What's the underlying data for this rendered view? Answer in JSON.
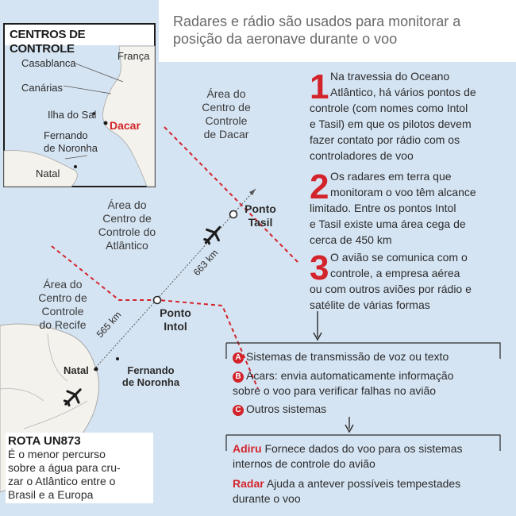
{
  "title": "Radares e rádio são usados para monitorar a posição da aeronave durante o voo",
  "inset": {
    "title": "CENTROS DE CONTROLE",
    "labels": [
      "França",
      "Casablanca",
      "Canárias",
      "Ilha do Sal",
      "Dacar",
      "Fernando",
      "de Noronha",
      "Natal"
    ]
  },
  "areas": {
    "dacar": [
      "Área do",
      "Centro de",
      "Controle",
      "de Dacar"
    ],
    "atlantico": [
      "Área do",
      "Centro de",
      "Controle do",
      "Atlântico"
    ],
    "recife": [
      "Área do",
      "Centro de",
      "Controle",
      "do Recife"
    ]
  },
  "points": {
    "tasil": [
      "Ponto",
      "Tasil"
    ],
    "intol": [
      "Ponto",
      "Intol"
    ],
    "natal": "Natal",
    "fernando": [
      "Fernando",
      "de Noronha"
    ]
  },
  "distances": {
    "d1": "565 km",
    "d2": "663 km"
  },
  "steps": [
    {
      "num": "1",
      "lines": [
        "Na travessia do Oceano",
        "Atlântico, há vários pontos de",
        "controle (com nomes como Intol",
        "e Tasil) em que os pilotos devem",
        "fazer contato por rádio com os",
        "controladores de voo"
      ]
    },
    {
      "num": "2",
      "lines": [
        "Os radares em terra que",
        "monitoram o voo têm alcance",
        "limitado. Entre os pontos Intol",
        "e Tasil existe uma área cega de",
        "cerca de 450 km"
      ]
    },
    {
      "num": "3",
      "lines": [
        "O avião se comunica com o",
        "controle, a empresa aérea",
        "ou com outros aviões por rádio e",
        "satélite de várias formas"
      ]
    }
  ],
  "systems": [
    {
      "badge": "A",
      "lines": [
        "Sistemas de transmissão de voz ou texto"
      ]
    },
    {
      "badge": "B",
      "lines": [
        "Acars: envia automaticamente informação",
        "sobre o voo para verificar falhas no avião"
      ]
    },
    {
      "badge": "C",
      "lines": [
        "Outros sistemas"
      ]
    }
  ],
  "acars": [
    {
      "name": "Adiru",
      "lines": [
        "Fornece dados do voo para os sistemas",
        "internos de controle do avião"
      ]
    },
    {
      "name": "Radar",
      "lines": [
        "Ajuda a antever possíveis tempestades",
        "durante o voo"
      ]
    }
  ],
  "route": {
    "title": "ROTA UN873",
    "lines": [
      "É o menor percurso",
      "sobre a água para cru-",
      "zar o Atlântico entre o",
      "Brasil e a Europa"
    ]
  },
  "colors": {
    "sea": "#d5e4f3",
    "land": "#f4f2ec",
    "accent": "#d3242b",
    "line": "#6b6b6b"
  }
}
